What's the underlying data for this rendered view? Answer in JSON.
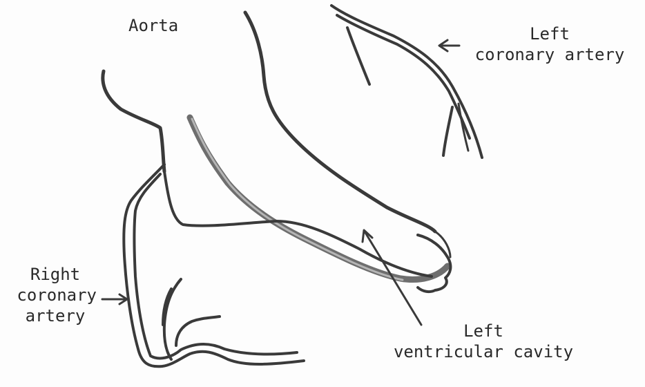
{
  "labels": {
    "aorta": "Aorta",
    "left_coronary": {
      "line1": "Left",
      "line2": "coronary artery"
    },
    "right_coronary": {
      "line1": "Right",
      "line2": "coronary",
      "line3": "artery"
    },
    "left_ventricle": {
      "line1": "Left",
      "line2": "ventricular cavity"
    }
  },
  "colors": {
    "ink": "#3a3a3a",
    "ink_light": "#8a8a8a",
    "background": "#fdfdfd"
  }
}
